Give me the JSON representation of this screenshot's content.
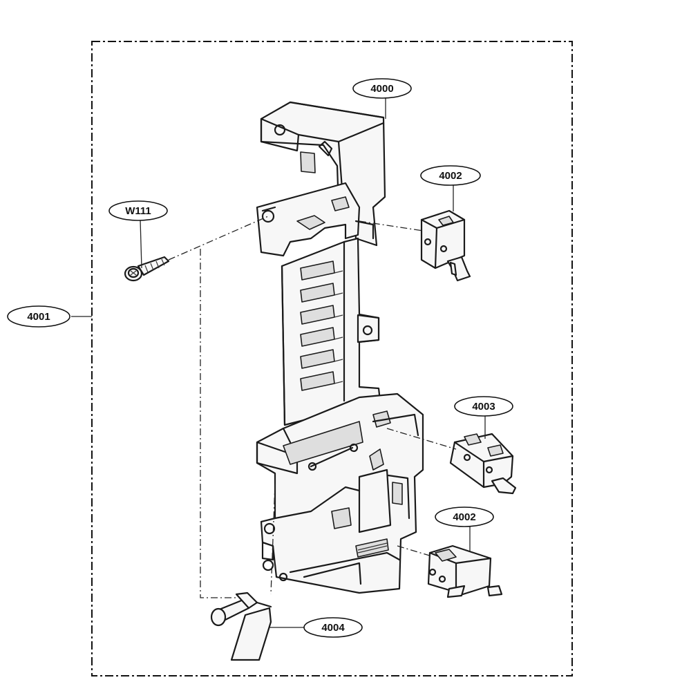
{
  "diagram": {
    "assembly_label": "4001",
    "parts": {
      "latch_board": "4000",
      "switch_top": "4002",
      "switch_middle": "4003",
      "switch_bottom": "4002",
      "screw": "W111",
      "lever": "4004"
    }
  },
  "colors": {
    "line": "#1a1a1a",
    "fill_light": "#f7f7f7",
    "fill_shade": "#dedede",
    "background": "#ffffff"
  }
}
